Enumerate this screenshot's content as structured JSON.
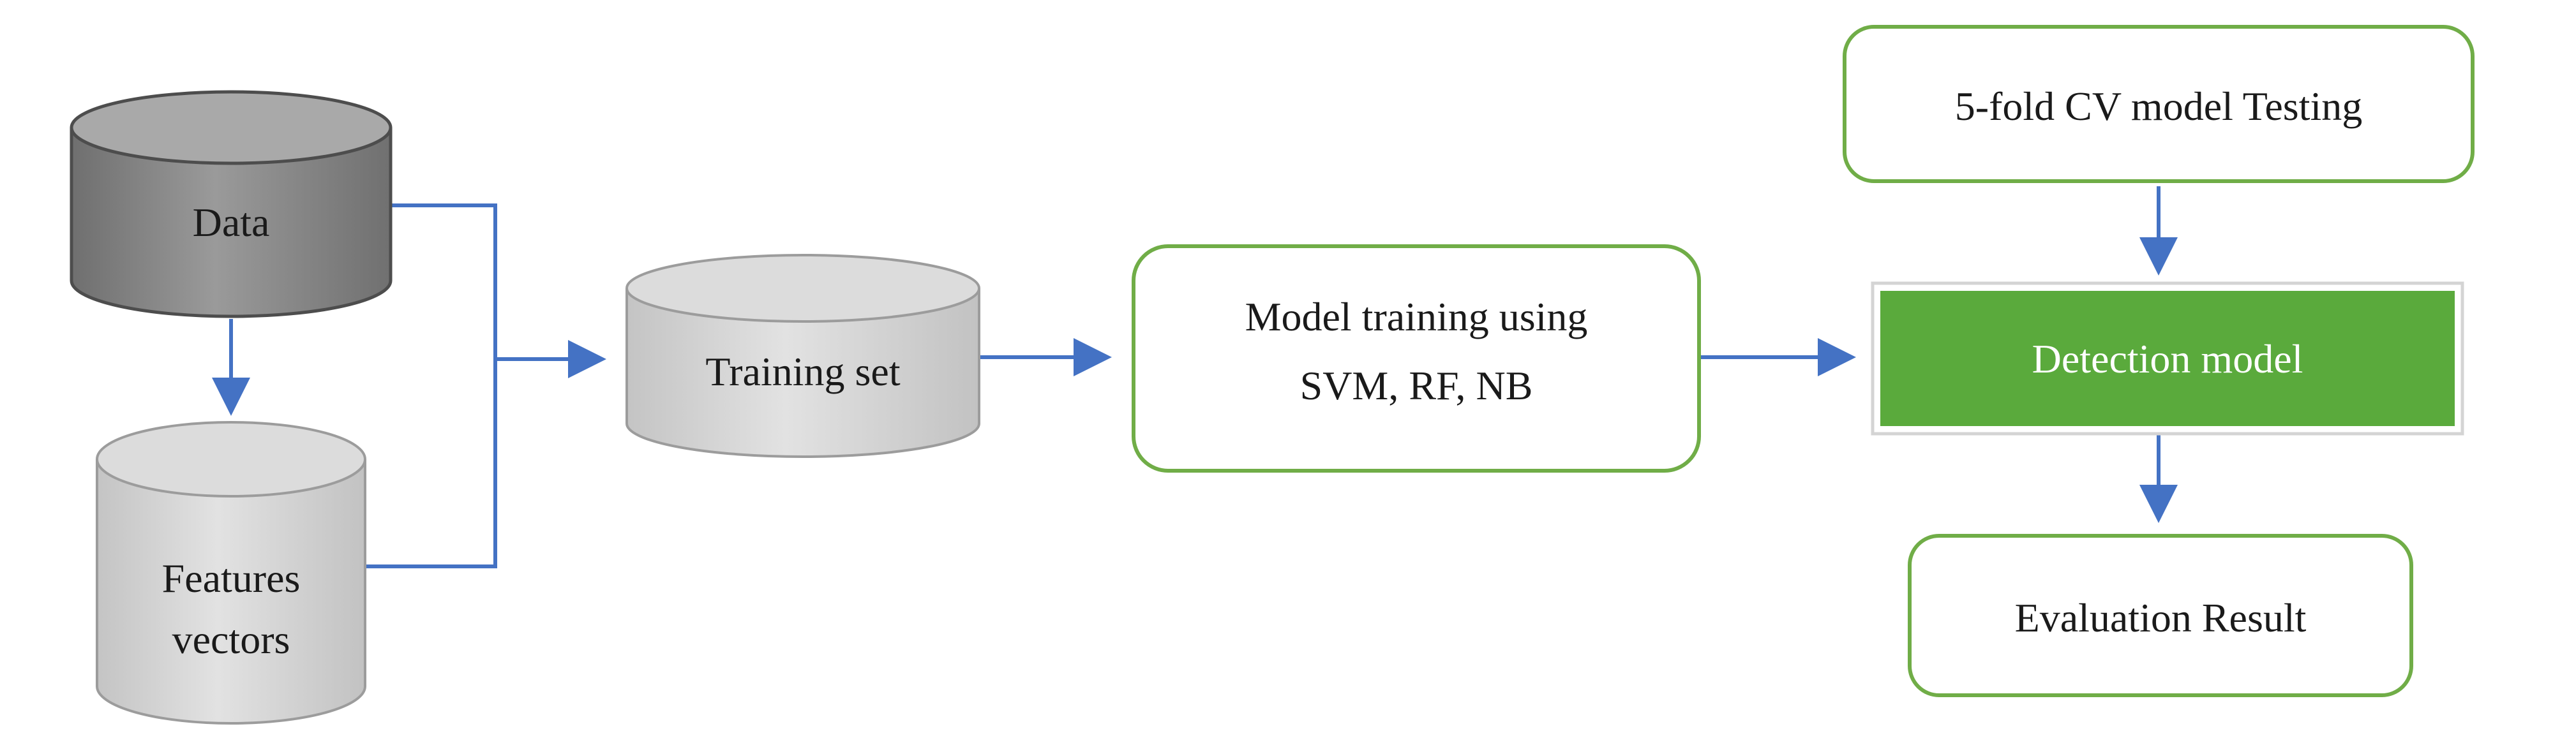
{
  "nodes": {
    "data": {
      "label": "Data"
    },
    "features": {
      "line1": "Features",
      "line2": "vectors"
    },
    "training_set": {
      "label": "Training set"
    },
    "model_training": {
      "line1": "Model training using",
      "line2": "SVM, RF, NB"
    },
    "cv_testing": {
      "label": "5-fold CV model Testing"
    },
    "detection_model": {
      "label": "Detection model"
    },
    "evaluation": {
      "label": "Evaluation Result"
    }
  },
  "colors": {
    "connector": "#4472c4",
    "box_border": "#70ad47",
    "detection_fill": "#5aaa3c",
    "data_cylinder": "#8c8c8c",
    "light_cylinder": "#d2d2d2",
    "outline": "#5a5a5a"
  }
}
